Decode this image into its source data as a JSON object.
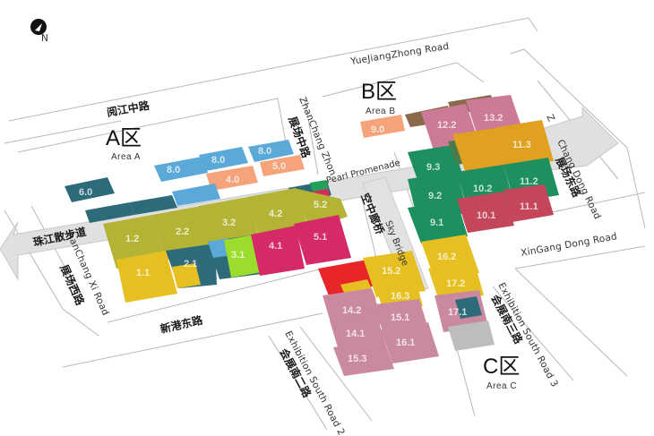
{
  "compass": {
    "label": "N"
  },
  "areas": {
    "a": {
      "title": "A区",
      "subtitle": "Area A"
    },
    "b": {
      "title": "B区",
      "subtitle": "Area B"
    },
    "c": {
      "title": "C区",
      "subtitle": "Area C"
    }
  },
  "roads": {
    "yuejiang_en": "YueJiangZhong Road",
    "yuejiang_cn": "阅江中路",
    "zhanchang_zhong_en": "ZhanChang Zhon",
    "zhanchang_zhong_cn": "展场中路",
    "changdong_en": "Chang Dong Road",
    "changdong_cn": "展场东路",
    "xingang_en": "XinGang Dong Road",
    "xingang_cn": "新港东路",
    "changxi_en": "hanChang Xi Road",
    "changxi_cn": "展场西路",
    "promenade_en": "Pearl Promenade",
    "promenade_cn": "珠江散步道",
    "skybridge_en": "Sky Bridge",
    "skybridge_cn": "空中廊桥",
    "exh2_en": "Exhibition South Road 2",
    "exh2_cn": "会展南二路",
    "exh3_en": "Exhibition South Road 3",
    "exh3_cn": "会展南三路",
    "z_letter": "Z"
  },
  "halls": {
    "a60": "6.0",
    "a80a": "8.0",
    "a80b": "8.0",
    "a80c": "8.0",
    "a40": "4.0",
    "a50": "5.0",
    "a12": "1.2",
    "a22": "2.2",
    "a32": "3.2",
    "a42": "4.2",
    "a52": "5.2",
    "a11": "1.1",
    "a21": "2.1",
    "a31": "3.1",
    "a41": "4.1",
    "a51": "5.1",
    "b90": "9.0",
    "b122": "12.2",
    "b132": "13.2",
    "b93": "9.3",
    "b113": "11.3",
    "b92": "9.2",
    "b102": "10.2",
    "b112": "11.2",
    "b91": "9.1",
    "b101": "10.1",
    "b111": "11.1",
    "c152": "15.2",
    "c162": "16.2",
    "c142": "14.2",
    "c172": "17.2",
    "c151": "15.1",
    "c161": "16.1",
    "c141": "14.1",
    "c171": "17.1",
    "c153": "15.3",
    "c163": "16.3"
  }
}
